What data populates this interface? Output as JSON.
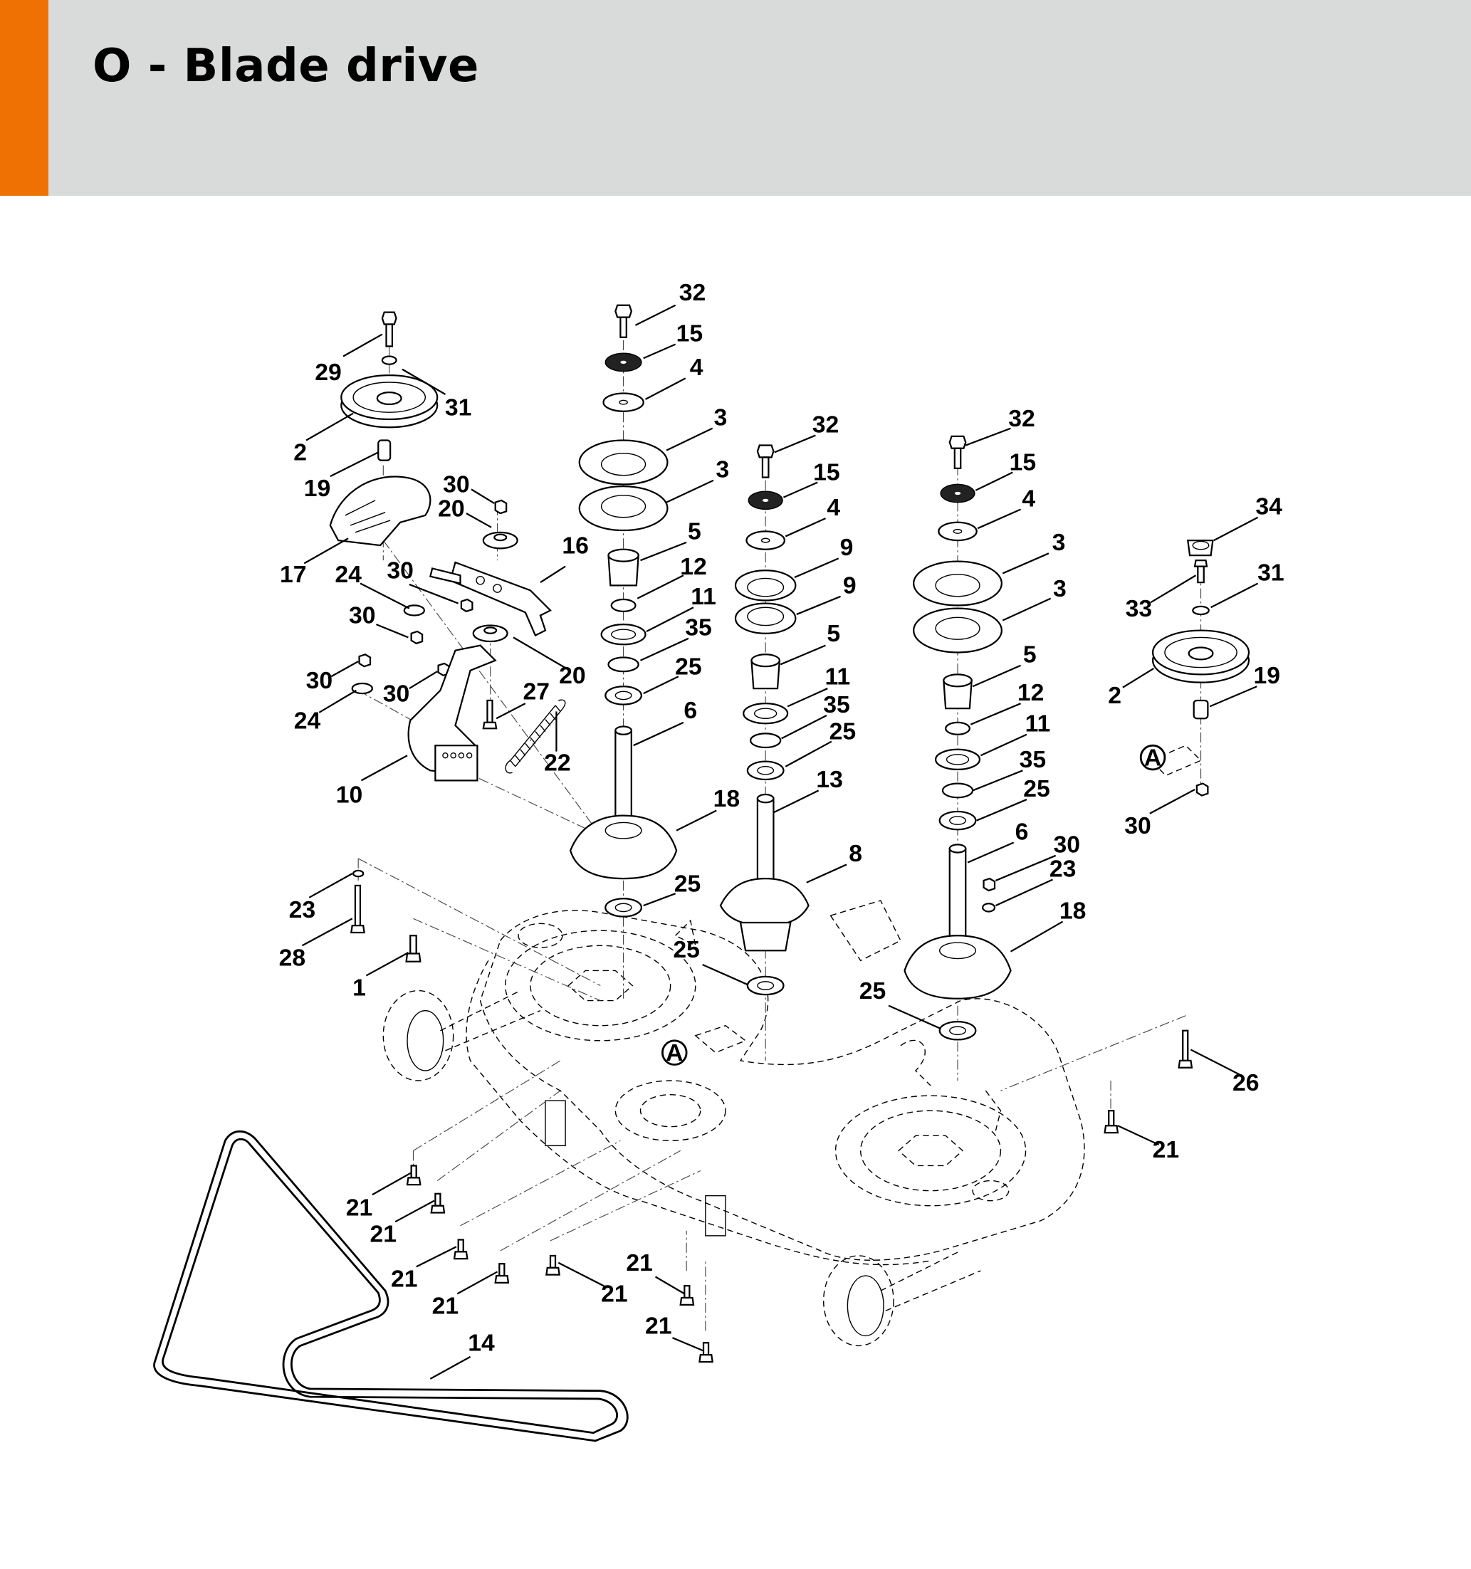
{
  "header": {
    "title": "O - Blade drive",
    "accent_color": "#ef7103",
    "background_color": "#d9dbda"
  },
  "diagram": {
    "reference_marker": "A",
    "callouts": [
      "29",
      "31",
      "2",
      "19",
      "30",
      "20",
      "17",
      "16",
      "24",
      "30",
      "30",
      "30",
      "30",
      "24",
      "20",
      "27",
      "22",
      "10",
      "23",
      "28",
      "1",
      "32",
      "15",
      "4",
      "3",
      "3",
      "5",
      "12",
      "11",
      "35",
      "25",
      "6",
      "18",
      "25",
      "32",
      "15",
      "4",
      "9",
      "9",
      "5",
      "11",
      "35",
      "25",
      "13",
      "8",
      "25",
      "32",
      "15",
      "4",
      "3",
      "3",
      "5",
      "12",
      "11",
      "35",
      "25",
      "6",
      "30",
      "23",
      "18",
      "25",
      "34",
      "33",
      "31",
      "2",
      "19",
      "30",
      "26",
      "21",
      "21",
      "21",
      "21",
      "21",
      "21",
      "21",
      "21",
      "14"
    ]
  }
}
